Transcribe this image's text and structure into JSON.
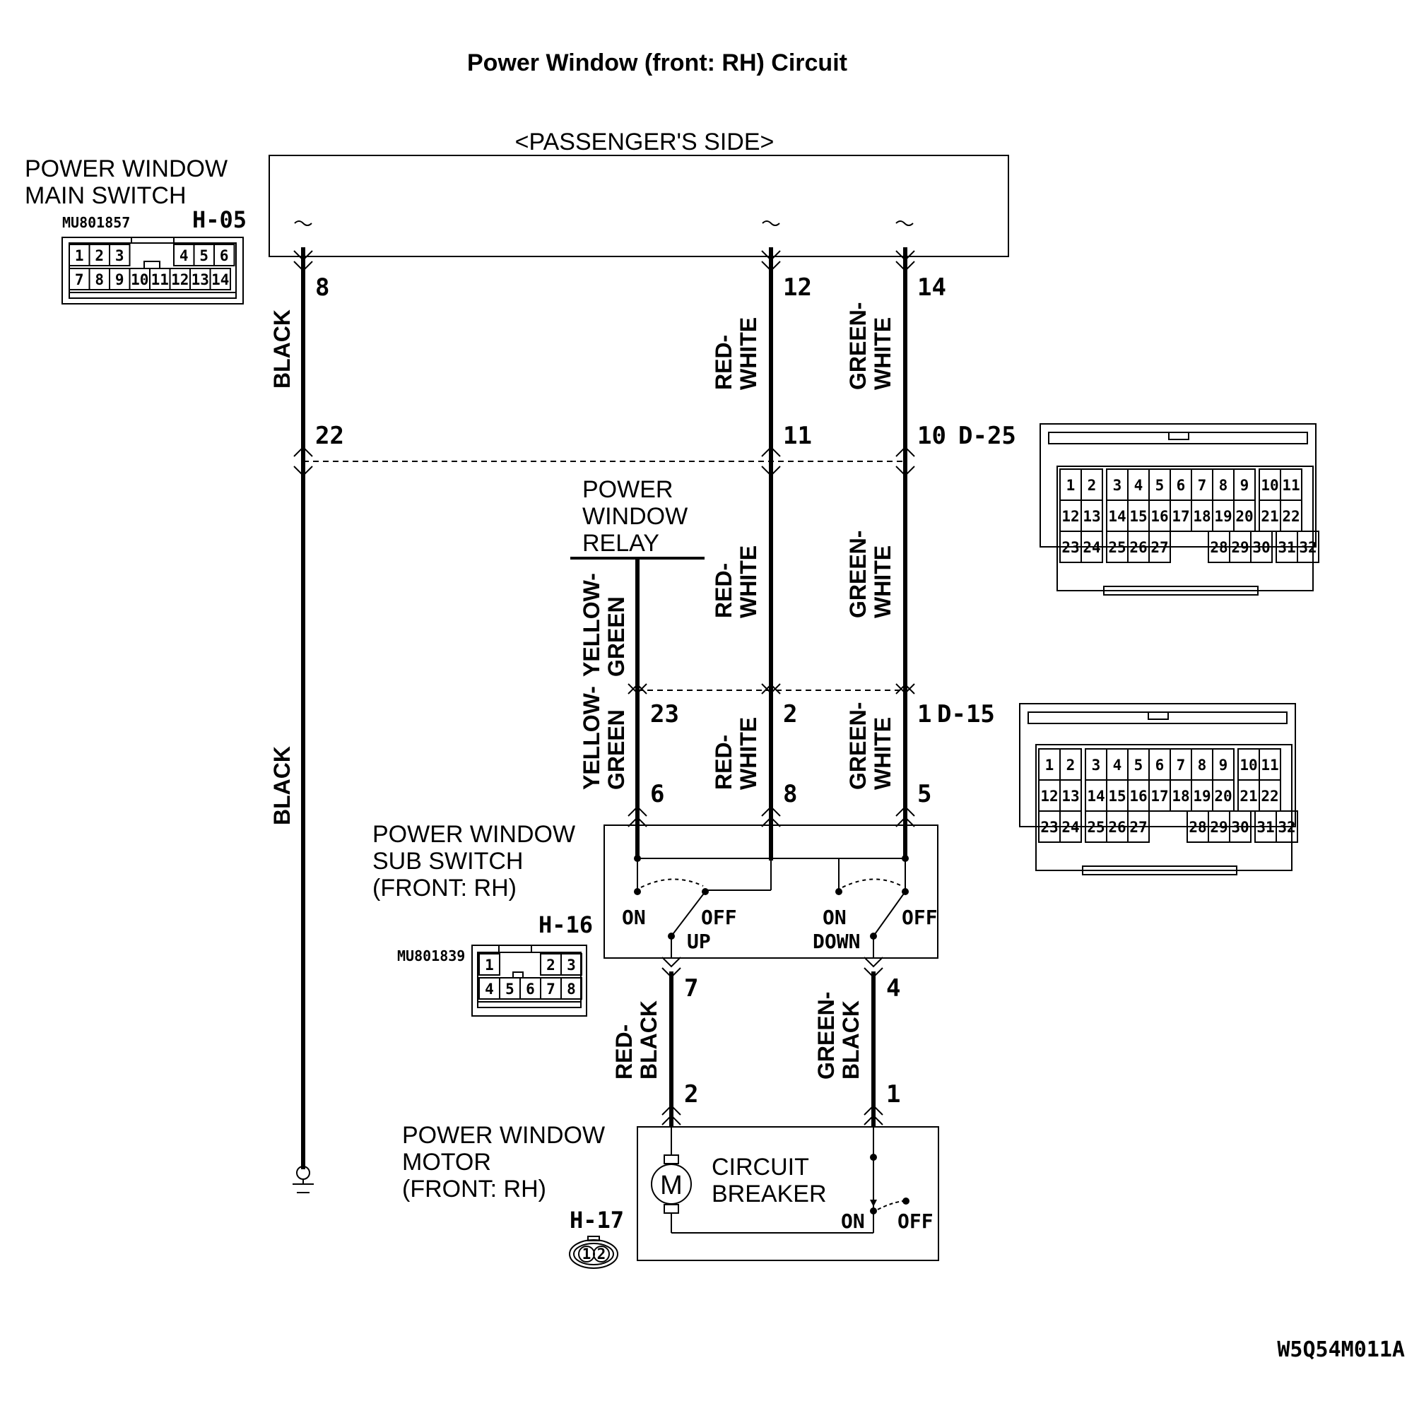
{
  "title": "Power Window (front: RH) Circuit",
  "footer_code": "W5Q54M011A",
  "main_switch": {
    "name_line1": "POWER WINDOW",
    "name_line2": "MAIN SWITCH",
    "part_no": "MU801857",
    "connector": "H-05",
    "side_label": "<PASSENGER'S SIDE>",
    "pins": [
      "1",
      "2",
      "3",
      "4",
      "5",
      "6",
      "7",
      "8",
      "9",
      "10",
      "11",
      "12",
      "13",
      "14"
    ]
  },
  "wires": {
    "black": "BLACK",
    "red_white_1": "RED-",
    "red_white_2": "WHITE",
    "green_white_1": "GREEN-",
    "green_white_2": "WHITE",
    "yellow_green_1": "YELLOW-",
    "yellow_green_2": "GREEN",
    "red_black_1": "RED-",
    "red_black_2": "BLACK",
    "green_black_1": "GREEN-",
    "green_black_2": "BLACK"
  },
  "pin_numbers": {
    "h05_8": "8",
    "h05_12": "12",
    "h05_14": "14",
    "d25_22": "22",
    "d25_11": "11",
    "d25_10": "10",
    "d15_23": "23",
    "d15_2": "2",
    "d15_1": "1",
    "h16_6": "6",
    "h16_8": "8",
    "h16_5": "5",
    "h16_7": "7",
    "h16_4": "4",
    "h17_2": "2",
    "h17_1": "1"
  },
  "d25": {
    "connector": "D-25",
    "row1": [
      "1",
      "2",
      "3",
      "4",
      "5",
      "6",
      "7",
      "8",
      "9",
      "10",
      "11"
    ],
    "row2": [
      "12",
      "13",
      "14",
      "15",
      "16",
      "17",
      "18",
      "19",
      "20",
      "21",
      "22"
    ],
    "row3": [
      "23",
      "24",
      "25",
      "26",
      "27",
      "28",
      "29",
      "30",
      "31",
      "32"
    ]
  },
  "d15": {
    "connector": "D-15",
    "row1": [
      "1",
      "2",
      "3",
      "4",
      "5",
      "6",
      "7",
      "8",
      "9",
      "10",
      "11"
    ],
    "row2": [
      "12",
      "13",
      "14",
      "15",
      "16",
      "17",
      "18",
      "19",
      "20",
      "21",
      "22"
    ],
    "row3": [
      "23",
      "24",
      "25",
      "26",
      "27",
      "28",
      "29",
      "30",
      "31",
      "32"
    ]
  },
  "relay": {
    "line1": "POWER",
    "line2": "WINDOW",
    "line3": "RELAY"
  },
  "sub_switch": {
    "line1": "POWER WINDOW",
    "line2": "SUB SWITCH",
    "line3": "(FRONT: RH)",
    "connector": "H-16",
    "part_no": "MU801839",
    "on": "ON",
    "off": "OFF",
    "up": "UP",
    "down": "DOWN",
    "pins": [
      "1",
      "2",
      "3",
      "4",
      "5",
      "6",
      "7",
      "8"
    ]
  },
  "motor": {
    "line1": "POWER WINDOW",
    "line2": "MOTOR",
    "line3": "(FRONT: RH)",
    "connector": "H-17",
    "motor_symbol": "M",
    "breaker1": "CIRCUIT",
    "breaker2": "BREAKER",
    "on": "ON",
    "off": "OFF",
    "pins": [
      "1",
      "2"
    ]
  }
}
